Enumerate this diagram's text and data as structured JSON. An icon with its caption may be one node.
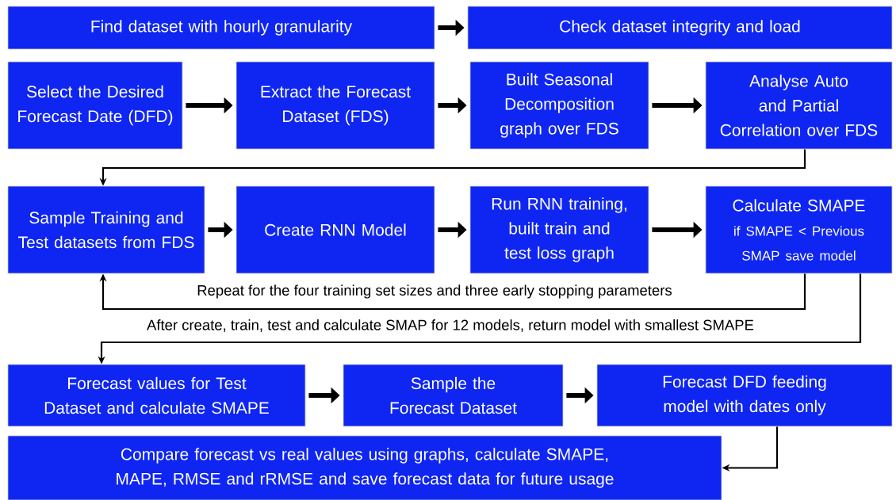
{
  "diagram": {
    "nodes": [
      {
        "text": [
          "Find dataset with hourly granularity"
        ]
      },
      {
        "text": [
          "Check dataset integrity and load"
        ]
      },
      {
        "text": [
          "Select the Desired Forecast Date (DFD)"
        ]
      },
      {
        "text": [
          "Extract the Forecast Dataset (FDS)"
        ]
      },
      {
        "text": [
          "Built Seasonal Decomposition graph over FDS"
        ]
      },
      {
        "text": [
          "Analyse Auto and Partial Correlation over FDS"
        ]
      },
      {
        "text": [
          "Sample Training and Test datasets from FDS"
        ]
      },
      {
        "text": [
          "Create RNN Model"
        ]
      },
      {
        "text": [
          "Run RNN training, built train and test loss graph"
        ]
      },
      {
        "text": [
          "Calculate SMAPE",
          "if SMAPE < Previous SMAP save model"
        ]
      },
      {
        "text": [
          "Forecast values for Test Dataset and calculate SMAPE"
        ]
      },
      {
        "text": [
          "Sample the Forecast Dataset"
        ]
      },
      {
        "text": [
          "Forecast DFD feeding model with dates only"
        ]
      },
      {
        "text": [
          "Compare forecast vs real values using graphs, calculate SMAPE, MAPE, RMSE and rRMSE and save forecast data for future usage"
        ]
      }
    ],
    "edges": [
      {
        "from": 0,
        "to": 1,
        "arrow": "to"
      },
      {
        "from": 2,
        "to": 3,
        "arrow": "to"
      },
      {
        "from": 3,
        "to": 4,
        "arrow": "to"
      },
      {
        "from": 4,
        "to": 5,
        "arrow": "to"
      },
      {
        "from": 5,
        "to": 6,
        "arrow": "to"
      },
      {
        "from": 6,
        "to": 7,
        "arrow": "to"
      },
      {
        "from": 7,
        "to": 8,
        "arrow": "to"
      },
      {
        "from": 8,
        "to": 9,
        "arrow": "to"
      },
      {
        "from": 9,
        "to": 6,
        "arrow": "to",
        "label": "Repeat for the four training set sizes and three early stopping parameters"
      },
      {
        "from": 9,
        "to": 10,
        "arrow": "to",
        "label": "After create, train, test and calculate SMAP for 12 models, return model with smallest SMAPE"
      },
      {
        "from": 10,
        "to": 11,
        "arrow": "to"
      },
      {
        "from": 11,
        "to": 12,
        "arrow": "to"
      },
      {
        "from": 12,
        "to": 13,
        "arrow": "to"
      }
    ]
  }
}
